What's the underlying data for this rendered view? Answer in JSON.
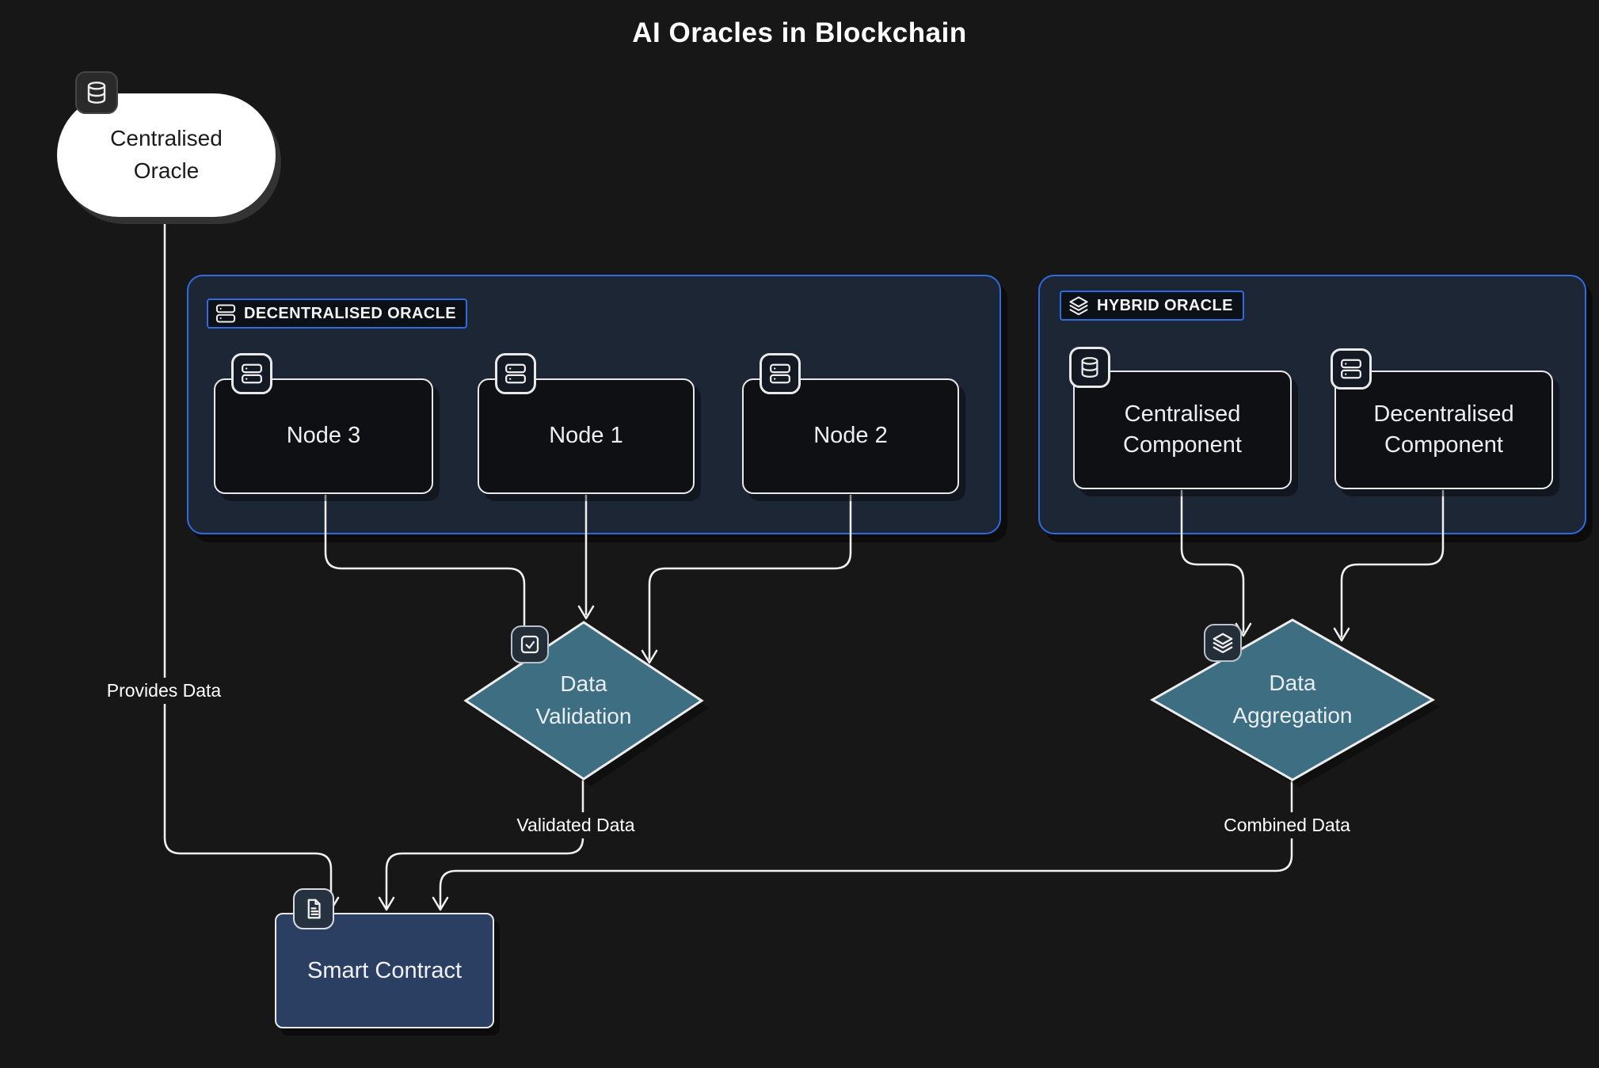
{
  "title": "AI Oracles in Blockchain",
  "colors": {
    "background": "#171717",
    "panel_fill": "#1d2634",
    "panel_border": "#306adf",
    "node_fill": "#0f1013",
    "node_border": "#e9e9e9",
    "diamond_fill": "#3d6e82",
    "smart_contract_fill": "#2b3f63",
    "stadium_fill": "#ffffff",
    "edge_stroke": "#f1f1f1"
  },
  "centralised_oracle": {
    "label": "Centralised Oracle",
    "icon": "database-icon"
  },
  "decentralised_oracle_group": {
    "label": "DECENTRALISED ORACLE",
    "icon": "server-icon",
    "nodes": [
      {
        "label": "Node 3",
        "icon": "server-icon"
      },
      {
        "label": "Node 1",
        "icon": "server-icon"
      },
      {
        "label": "Node 2",
        "icon": "server-icon"
      }
    ]
  },
  "hybrid_oracle_group": {
    "label": "HYBRID ORACLE",
    "icon": "layers-icon",
    "nodes": [
      {
        "label": "Centralised Component",
        "icon": "database-icon"
      },
      {
        "label": "Decentralised Component",
        "icon": "server-icon"
      }
    ]
  },
  "data_validation": {
    "label": "Data Validation",
    "icon": "check-square-icon"
  },
  "data_aggregation": {
    "label": "Data Aggregation",
    "icon": "layers-icon"
  },
  "smart_contract": {
    "label": "Smart Contract",
    "icon": "document-icon"
  },
  "edges": [
    {
      "from": "Centralised Oracle",
      "to": "Smart Contract",
      "label": "Provides Data"
    },
    {
      "from": "Node 3",
      "to": "Data Validation",
      "label": ""
    },
    {
      "from": "Node 1",
      "to": "Data Validation",
      "label": ""
    },
    {
      "from": "Node 2",
      "to": "Data Validation",
      "label": ""
    },
    {
      "from": "Centralised Component",
      "to": "Data Aggregation",
      "label": ""
    },
    {
      "from": "Decentralised Component",
      "to": "Data Aggregation",
      "label": ""
    },
    {
      "from": "Data Validation",
      "to": "Smart Contract",
      "label": "Validated Data"
    },
    {
      "from": "Data Aggregation",
      "to": "Smart Contract",
      "label": "Combined Data"
    }
  ]
}
